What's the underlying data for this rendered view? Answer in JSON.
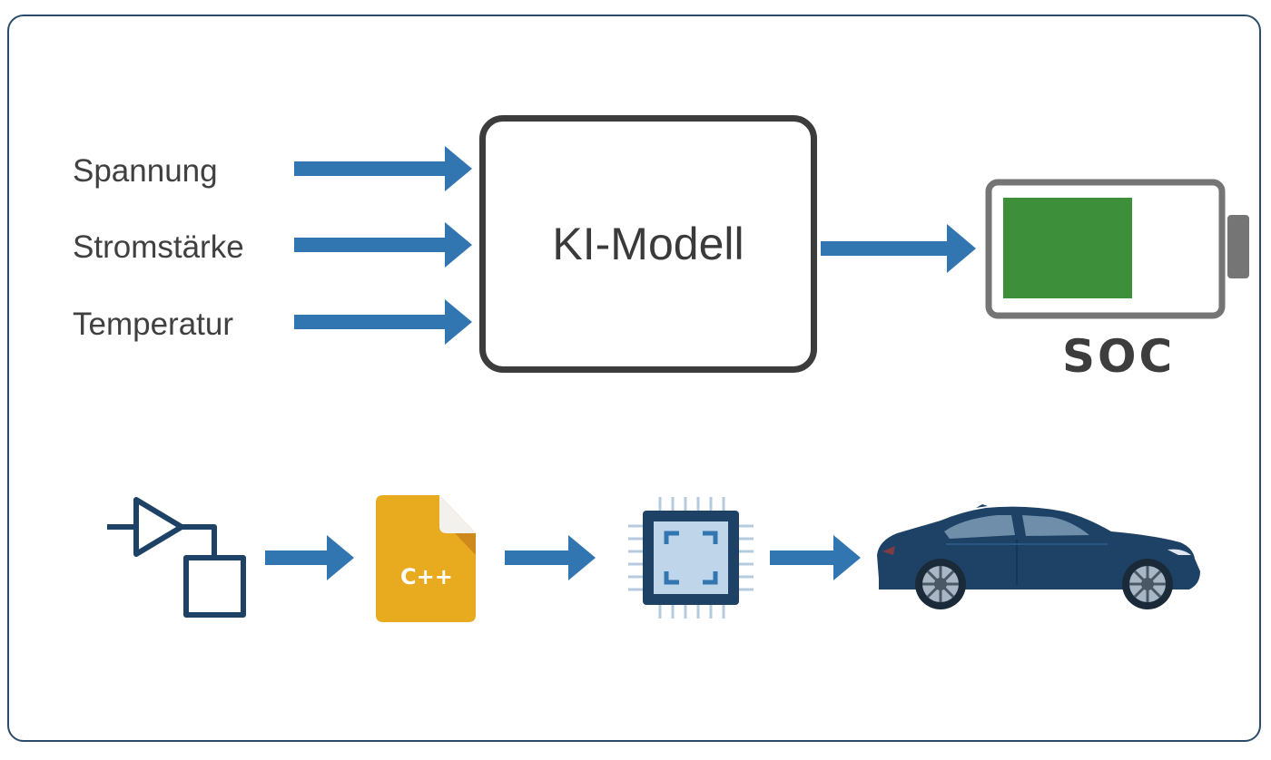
{
  "inputs": [
    {
      "label": "Spannung"
    },
    {
      "label": "Stromstärke"
    },
    {
      "label": "Temperatur"
    }
  ],
  "model": {
    "label": "KI-Modell"
  },
  "output": {
    "label": "SOC",
    "battery_charge_percent": 60
  },
  "pipeline": [
    {
      "icon": "simulink-block-icon"
    },
    {
      "icon": "cpp-file-icon",
      "label": "C++"
    },
    {
      "icon": "microchip-icon"
    },
    {
      "icon": "car-icon"
    }
  ],
  "colors": {
    "arrow": "#3276b1",
    "battery_fill": "#3d8f3a",
    "battery_outline": "#757575",
    "frame_border": "#2c4c6b",
    "navy": "#1e4266",
    "cpp_file": "#e8aa1e"
  }
}
